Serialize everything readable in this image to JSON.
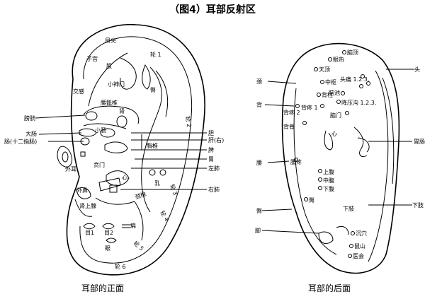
{
  "title": "（图4）耳部反射区",
  "captions": {
    "front": "耳部的正面",
    "back": "耳部的后面"
  },
  "front_labels": [
    "目尖",
    "子宫",
    "股",
    "小神门",
    "交感",
    "轮 1",
    "腰骶椎",
    "臀",
    "轮 2",
    "膀胱",
    "肾",
    "大肠",
    "小肠",
    "胆",
    "肝(右)",
    "肠(十二指肠)",
    "胸椎",
    "脾",
    "外耳",
    "贲门",
    "胃",
    "心",
    "左肺",
    "乳",
    "外鼻",
    "右肺",
    "颈椎",
    "肾上腺",
    "轮 3",
    "轮 4",
    "目1",
    "目2",
    "扁",
    "眼",
    "轮 5",
    "轮 6"
  ],
  "back_labels": [
    "脑顶",
    "眼热",
    "天顶",
    "头痛 1.2.3.",
    "头",
    "中枢",
    "颈",
    "脑池",
    "背柱",
    "降压沟 1.2.3.",
    "背",
    "背疼 2",
    "背疼 1",
    "脑门",
    "背脊",
    "心",
    "胃肠",
    "腰",
    "腰疼",
    "上腹",
    "中腹",
    "下腹",
    "臀",
    "下肢",
    "脚",
    "沉穴",
    "鼠山",
    "医会"
  ]
}
